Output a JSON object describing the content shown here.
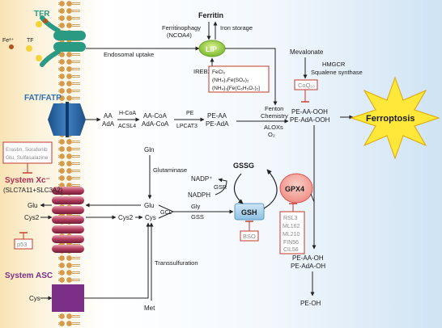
{
  "transporters": {
    "tfr": "TFR",
    "fat": "FAT/FATP",
    "xc": "System Xc⁻",
    "xc_sub": "(SLC7A11+SLC3A2)",
    "asc": "System ASC"
  },
  "iron": {
    "fe3": "Fe³⁺",
    "tf": "TF",
    "endosomal": "Endosomal uptake",
    "ferritin": "Ferritin",
    "ferritinophagy": "Ferritinophagy",
    "ncoa4": "(NCOA4)",
    "iron_storage": "Iron storage",
    "lip": "LIP",
    "ireb2": "IREB2",
    "fecl": "FeCl₂",
    "feso4": "(NH₄)₂Fe(SO₄)₂",
    "fecit": "(NH₄)₃[Fe(C₆H₅O₇)₂]"
  },
  "mevalonate": {
    "mev": "Mevalonate",
    "hmgcr": "HMGCR",
    "squalene": "Squalene synthase",
    "coq10": "CoQ₁₀"
  },
  "lipid": {
    "aa": "AA",
    "ada": "AdA",
    "hcoa": "H-CoA",
    "acsl4": "ACSL4",
    "aacoa": "AA-CoA",
    "adacoa": "AdA-CoA",
    "pe": "PE",
    "lpcat3": "LPCAT3",
    "peaa": "PE-AA",
    "peada": "PE-AdA",
    "fenton": "Fenton",
    "chemistry": "Chemistry",
    "alox": "ALOXs",
    "o2": "O₂",
    "peaaooh": "PE-AA-OOH",
    "peadaooh": "PE-AdA-OOH",
    "ferroptosis": "Ferroptosis",
    "peaaoh": "PE-AA-OH",
    "peadaoh": "PE-AdA-OH",
    "peoh": "PE-OH"
  },
  "inhibitors": {
    "erastin": "Erastin, Sorafenib",
    "glu_sulfa": "Glu, Sulfasalazine",
    "p53": "p53",
    "bso": "BSO",
    "rsl3": "RSL3",
    "ml162": "ML162",
    "ml210": "ML210",
    "fin56": "FIN56",
    "cil56": "CIL56"
  },
  "gsh": {
    "gln": "Gln",
    "glutaminase": "Glutaminase",
    "glu_in": "Glu",
    "glu_out": "Glu",
    "cys2_out": "Cys2",
    "cys2_in": "Cys2",
    "cys": "Cys",
    "gcl": "GCL",
    "gly": "Gly",
    "gss": "GSS",
    "gsh": "GSH",
    "gssg": "GSSG",
    "nadp": "NADP⁺",
    "nadph": "NADPH",
    "gsr": "GSR",
    "gpx4": "GPX4",
    "transsulf": "Transsulfuration",
    "met": "Met",
    "cys_asc": "Cys"
  },
  "colors": {
    "red": "#c0392b",
    "blue_protein": "#2f6fb0",
    "teal": "#2a9a82",
    "purple": "#8a2f7a",
    "lip_green": "#8cc63f",
    "gsh_blue": "#a9cfe9",
    "gpx4_pink": "#f4a9a0",
    "star_yellow": "#ffe83a"
  }
}
